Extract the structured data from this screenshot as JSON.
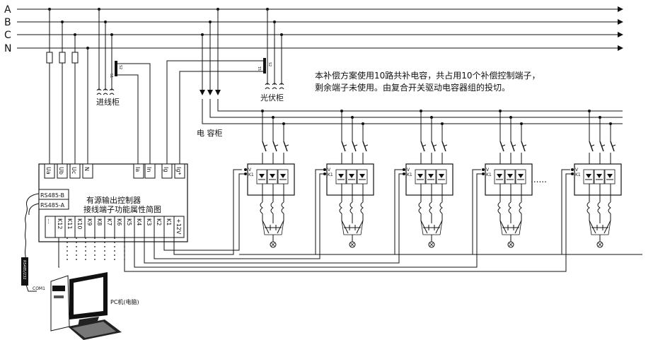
{
  "bus_labels": [
    "A",
    "B",
    "C",
    "N"
  ],
  "text": {
    "note_line1": "本补偿方案使用10路共补电容，共占用10个补偿控制端子，",
    "note_line2": "剩余端子未使用。由复合开关驱动电容器组的投切。",
    "incoming_cabinet": "进线柜",
    "pv_cabinet": "光伏柜",
    "capacitor_cabinet": "电 容柜",
    "controller_line1": "有源输出控制器",
    "controller_line2": "接线端子功能属性简图",
    "rs485_b": "RS485-B",
    "rs485_a": "RS485-A",
    "pc_label": "PC机(电脑)",
    "cable_label": "RS485/232",
    "com_label": "COM1",
    "ellipsis": "......",
    "module_v": "V",
    "module_k1": "K1"
  },
  "controller": {
    "top_terminals": [
      "Ua",
      "Ub",
      "Uc",
      "N",
      "Ia",
      "In",
      "Ig",
      "Ig*"
    ],
    "bottom_terminals": [
      "...",
      "K12",
      "K11",
      "K10",
      "K9",
      "K8",
      "K7",
      "K6",
      "K5",
      "K4",
      "K3",
      "K2",
      "K1",
      "+12V"
    ]
  },
  "ct_labels": {
    "incoming": [
      "S1",
      "S2"
    ],
    "pv": [
      "S1",
      "S2"
    ]
  },
  "colors": {
    "line": "#111111",
    "background": "#ffffff"
  }
}
